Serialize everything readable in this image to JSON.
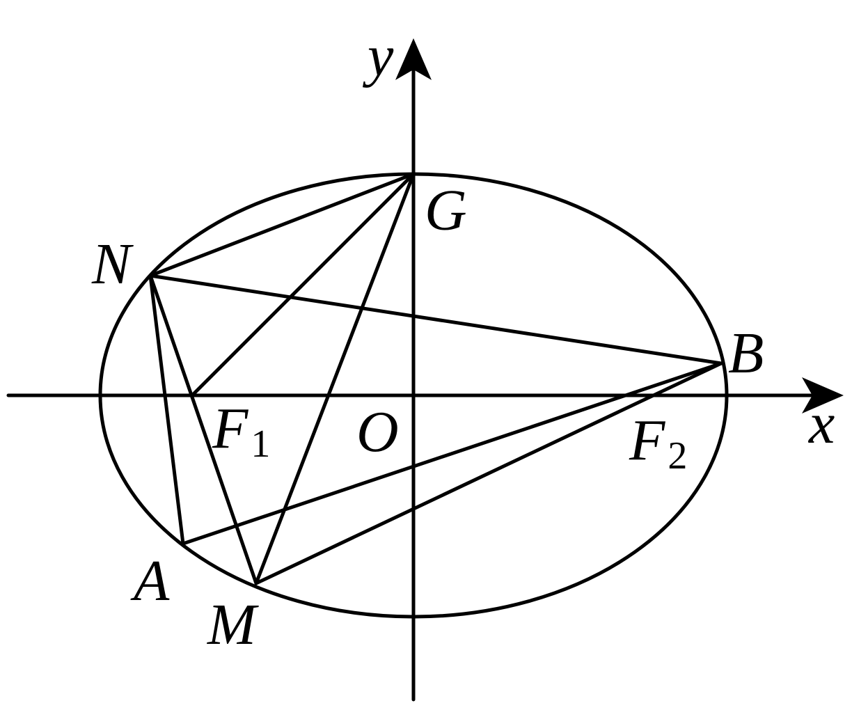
{
  "axes": {
    "x_label": "x",
    "y_label": "y",
    "origin_label": "O"
  },
  "points": {
    "G": "G",
    "N": "N",
    "B": "B",
    "A": "A",
    "M": "M",
    "F1_main": "F",
    "F1_sub": "1",
    "F2_main": "F",
    "F2_sub": "2"
  },
  "colors": {
    "ink": "#000000",
    "background": "#ffffff"
  }
}
